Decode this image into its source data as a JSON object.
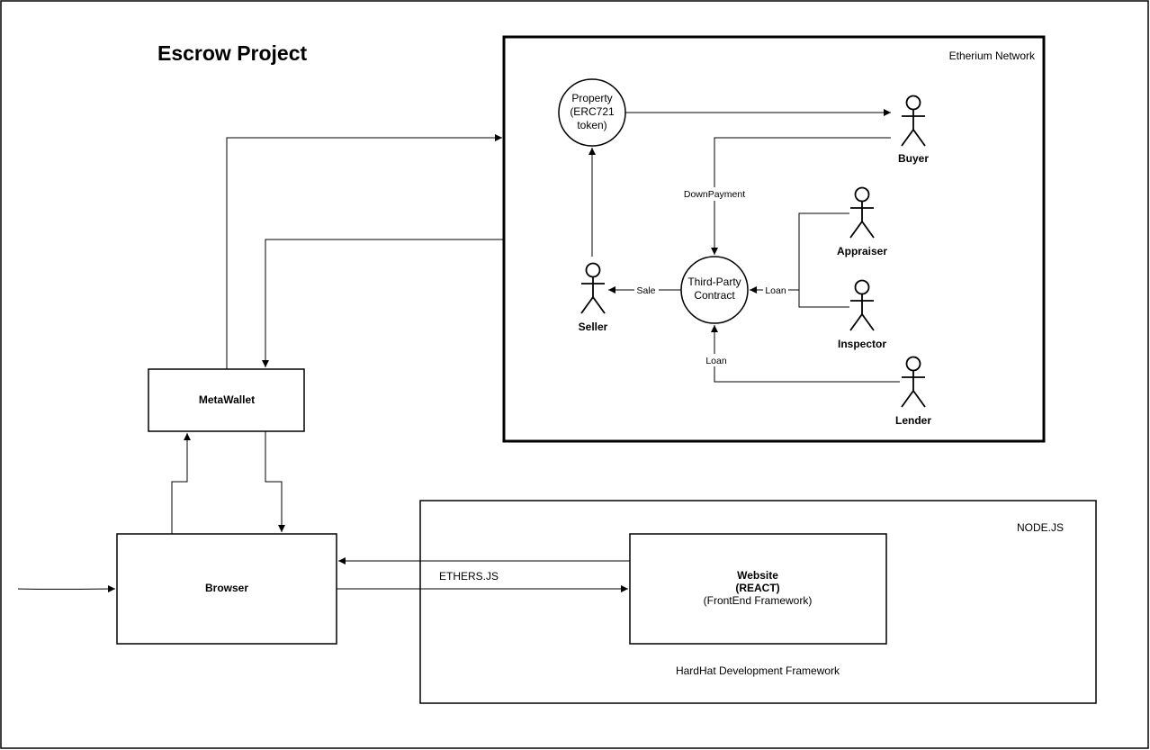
{
  "title": "Escrow Project",
  "ethereum_network": {
    "label": "Etherium Network",
    "property": {
      "line1": "Property",
      "line2": "(ERC721",
      "line3": "token)"
    },
    "contract": {
      "line1": "Third-Party",
      "line2": "Contract"
    },
    "actors": {
      "buyer": "Buyer",
      "seller": "Seller",
      "appraiser": "Appraiser",
      "inspector": "Inspector",
      "lender": "Lender"
    },
    "edge_labels": {
      "down_payment": "DownPayment",
      "sale": "Sale",
      "loan_inspector": "Loan",
      "loan_lender": "Loan"
    }
  },
  "metawallet": {
    "label": "MetaWallet"
  },
  "browser": {
    "label": "Browser"
  },
  "nodejs": {
    "label": "NODE.JS",
    "website": {
      "line1": "Website",
      "line2": "(REACT)",
      "line3": "(FrontEnd Framework)"
    },
    "hardhat": "HardHat Development Framework"
  },
  "ethers_label": "ETHERS.JS"
}
